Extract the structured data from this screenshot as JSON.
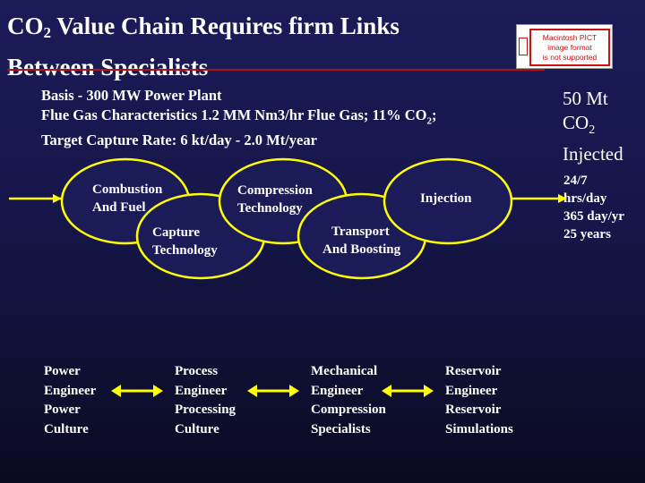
{
  "title": {
    "line1_pre": "CO",
    "line1_sub": "2",
    "line1_post": " Value Chain Requires firm Links",
    "line2": "Between Specialists"
  },
  "image_placeholder": {
    "line1": "Macintosh PICT",
    "line2": "image format",
    "line3": "is not supported"
  },
  "basis": {
    "line1": "Basis - 300 MW Power Plant",
    "line2_pre": "Flue Gas Characteristics 1.2 MM Nm3/hr Flue Gas; 11% CO",
    "line2_sub": "2",
    "line2_post": ";",
    "line3": "Target Capture Rate:  6 kt/day - 2.0 Mt/year"
  },
  "injected": {
    "line1": "50 Mt",
    "line2_pre": "CO",
    "line2_sub": "2",
    "line3": "Injected"
  },
  "schedule": [
    "24/7",
    "hrs/day",
    "365 day/yr",
    "25 years"
  ],
  "flow": {
    "combustion": [
      "Combustion",
      "And Fuel"
    ],
    "capture": [
      "Capture",
      "Technology"
    ],
    "compression": [
      "Compression",
      "Technology"
    ],
    "transport": [
      "Transport",
      "And Boosting"
    ],
    "injection": [
      "Injection"
    ]
  },
  "roles": [
    {
      "lines": [
        "Power",
        "Engineer",
        "Power",
        "Culture"
      ]
    },
    {
      "lines": [
        "Process",
        "Engineer",
        "Processing",
        "Culture"
      ]
    },
    {
      "lines": [
        "Mechanical",
        "Engineer",
        "Compression",
        "Specialists"
      ]
    },
    {
      "lines": [
        "Reservoir",
        "Engineer",
        "Reservoir",
        "Simulations"
      ]
    }
  ],
  "colors": {
    "ellipse_fill": "#1b1b58",
    "ellipse_stroke": "#ffff00",
    "arrow": "#ffff00",
    "title_rule": "#b0101a"
  }
}
